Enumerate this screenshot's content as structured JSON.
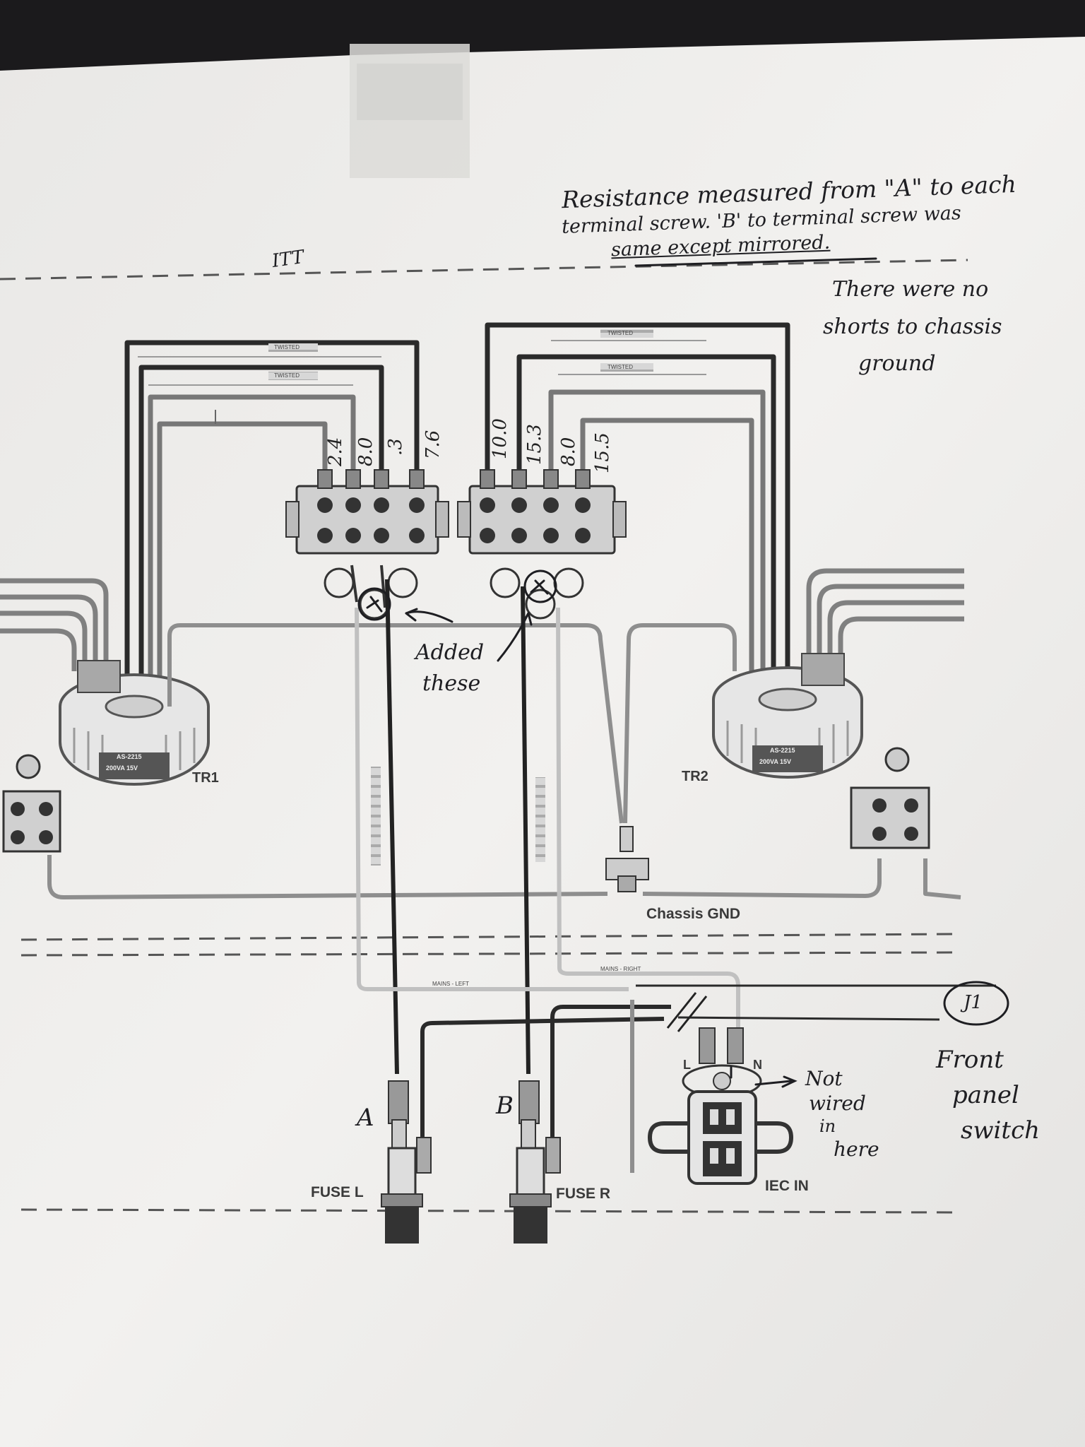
{
  "labels": {
    "tr1": "TR1",
    "tr2": "TR2",
    "chassis_gnd": "Chassis GND",
    "fuse_l": "FUSE L",
    "fuse_r": "FUSE R",
    "iec_in": "IEC IN",
    "term_l": "L",
    "term_n": "N",
    "twisted": "TWISTED",
    "tr_rating_top": "AS-2215",
    "tr_rating_bottom": "200VA 15V",
    "mains_left": "MAINS - LEFT",
    "mains_right": "MAINS - RIGHT"
  },
  "notes": {
    "resistance_line1": "Resistance measured from \"A\" to each",
    "resistance_line2": "terminal screw. 'B' to terminal screw was",
    "resistance_line3": "same except mirrored.",
    "shorts_line1": "There were no",
    "shorts_line2": "shorts to chassis",
    "shorts_line3": "ground",
    "added_line1": "Added",
    "added_line2": "these",
    "not_wired_line1": "Not",
    "not_wired_line2": "wired",
    "not_wired_line3": "in",
    "not_wired_line4": "here",
    "front_line1": "Front",
    "front_line2": "panel",
    "front_line3": "switch",
    "j1": "J1",
    "point_a": "A",
    "point_b": "B",
    "margin_mark": "ITT"
  },
  "readings": {
    "left": [
      "2.4",
      "8.0",
      ".3",
      "7.6"
    ],
    "right": [
      "10.0",
      "15.3",
      "8.0",
      "15.5"
    ]
  },
  "colors": {
    "paper": "#efeeec",
    "wire_dark": "#2a2a2a",
    "wire_gray": "#8e8e8e",
    "wire_light": "#b9b9b9",
    "ink": "#1e1e22"
  }
}
